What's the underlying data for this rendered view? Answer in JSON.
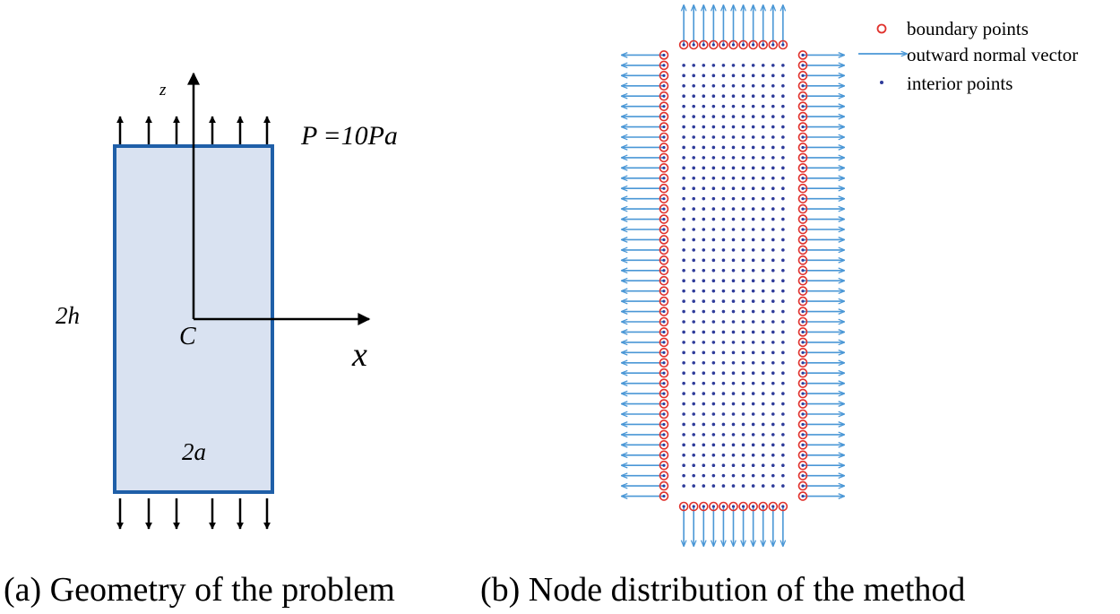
{
  "panel_a": {
    "caption": "(a) Geometry of the problem",
    "axis_z_label": "z",
    "axis_x_label": "x",
    "origin_label": "C",
    "load_label": "P =10Pa",
    "height_label": "2h",
    "width_label": "2a"
  },
  "panel_b": {
    "caption": "(b) Node distribution of the method",
    "legend": {
      "boundary": "boundary points",
      "normal": "outward normal vector",
      "interior": "interior points"
    }
  },
  "colors": {
    "plate_fill": "#d9e2f1",
    "plate_border": "#1f5fa8",
    "boundary_point": "#e0322d",
    "interior_point": "#2e3b9a",
    "normal_vector": "#4a97d6",
    "arrow": "#000000"
  }
}
